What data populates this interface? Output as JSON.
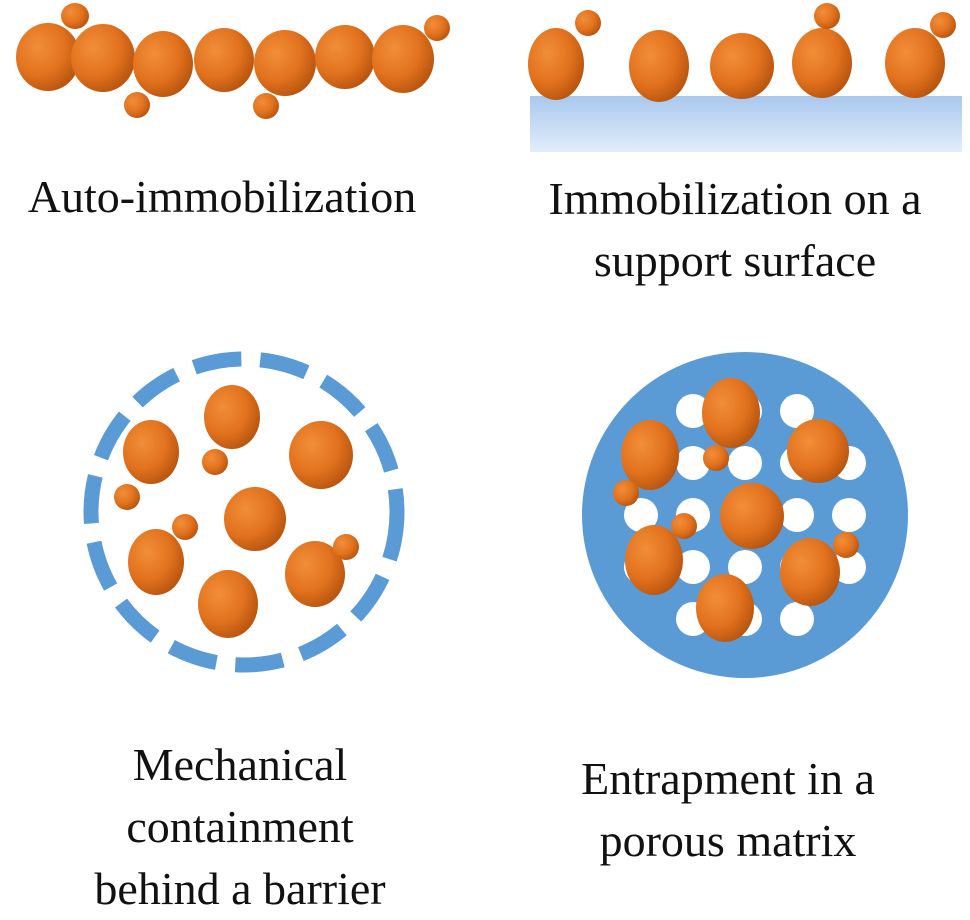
{
  "panels": [
    {
      "id": "auto",
      "caption_lines": [
        "Auto-immobilization"
      ]
    },
    {
      "id": "support",
      "caption_lines": [
        "Immobilization on a",
        "support surface"
      ]
    },
    {
      "id": "barrier",
      "caption_lines": [
        "Mechanical",
        "containment",
        "behind a barrier"
      ]
    },
    {
      "id": "matrix",
      "caption_lines": [
        "Entrapment in a",
        "porous matrix"
      ]
    }
  ],
  "colors": {
    "cell_light": "#f08a32",
    "cell_dark": "#b1500c",
    "support_top": "#a9c8ee",
    "support_bottom": "#e2edfa",
    "barrier": "#5b9bd5",
    "matrix": "#5b9bd5",
    "pore": "#ffffff"
  }
}
